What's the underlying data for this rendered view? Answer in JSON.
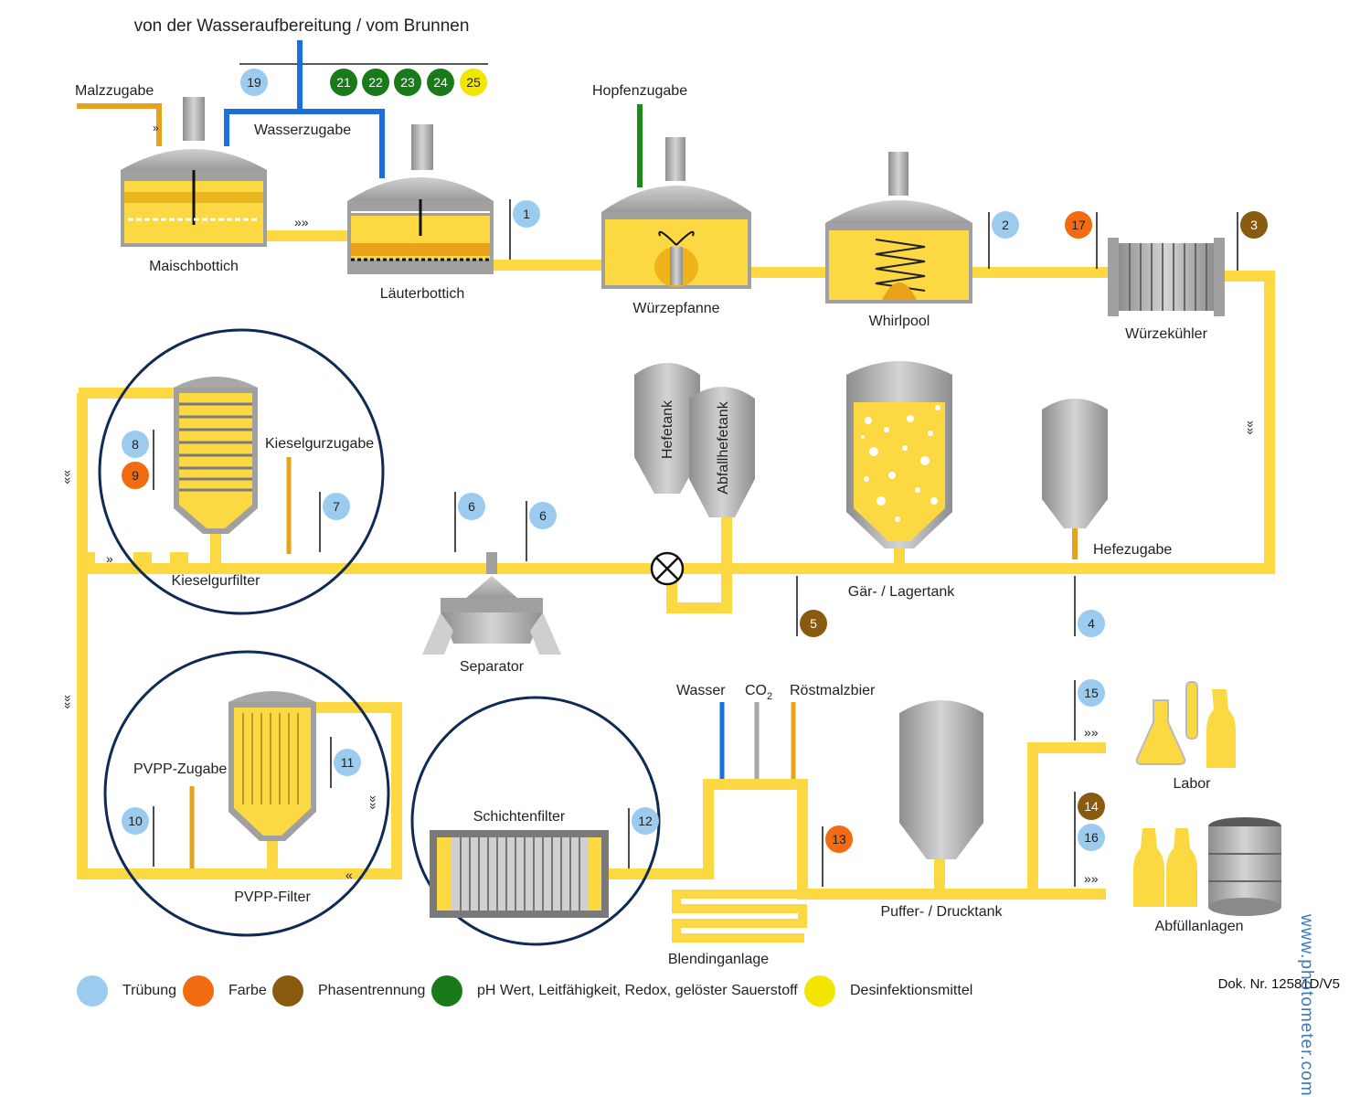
{
  "header": {
    "title": "von der Wasseraufbereitung / vom Brunnen"
  },
  "labels": {
    "malzzugabe": "Malzzugabe",
    "wasserzugabe": "Wasserzugabe",
    "hopfenzugabe": "Hopfenzugabe",
    "maischbottich": "Maischbottich",
    "laeuterbottich": "Läuterbottich",
    "wuerzepfanne": "Würzepfanne",
    "whirlpool": "Whirlpool",
    "wuerzekuehler": "Würzekühler",
    "hefetank": "Hefetank",
    "abfallhefetank": "Abfallhefetank",
    "kieselgurzugabe": "Kieselgurzugabe",
    "kieselgurfilter": "Kieselgurfilter",
    "separator": "Separator",
    "gaer_lagertank": "Gär- / Lagertank",
    "hefezugabe": "Hefezugabe",
    "pvpp_zugabe": "PVPP-Zugabe",
    "pvpp_filter": "PVPP-Filter",
    "schichtenfilter": "Schichtenfilter",
    "wasser": "Wasser",
    "co2": "CO",
    "co2_sub": "2",
    "roestmalzbier": "Röstmalzbier",
    "blendinganlage": "Blendinganlage",
    "puffer_drucktank": "Puffer- / Drucktank",
    "labor": "Labor",
    "abfuellanlagen": "Abfüllanlagen"
  },
  "points": {
    "p1": "1",
    "p2": "2",
    "p3": "3",
    "p4": "4",
    "p5": "5",
    "p6a": "6",
    "p6b": "6",
    "p7": "7",
    "p8": "8",
    "p9": "9",
    "p10": "10",
    "p11": "11",
    "p12": "12",
    "p13": "13",
    "p14": "14",
    "p15": "15",
    "p16": "16",
    "p17": "17",
    "p19": "19",
    "p21": "21",
    "p22": "22",
    "p23": "23",
    "p24": "24",
    "p25": "25"
  },
  "legend": [
    {
      "label": "Trübung",
      "color": "#9ccbf0"
    },
    {
      "label": "Farbe",
      "color": "#f26b10"
    },
    {
      "label": "Phasentrennung",
      "color": "#8a5a10"
    },
    {
      "label": "pH Wert, Leitfähigkeit, Redox, gelöster Sauerstoff",
      "color": "#1a7a1a"
    },
    {
      "label": "Desinfektionsmittel",
      "color": "#f2e600"
    }
  ],
  "footer": {
    "doc": "Dok. Nr. 12581D/V5",
    "url": "www.photometer.com"
  },
  "colors": {
    "beer": "#fcd842",
    "malt": "#e6a21a",
    "water": "#1a6ee0",
    "hops": "#1a8a1a",
    "steel": "#a8a8a8",
    "circle": "#0f2a55"
  }
}
